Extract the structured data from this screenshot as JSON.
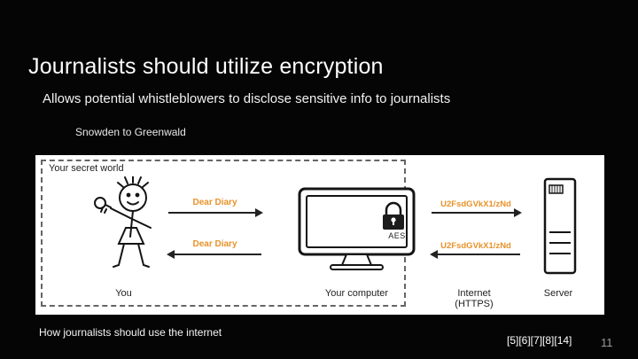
{
  "slide": {
    "title": "Journalists should utilize encryption",
    "subtitle": "Allows potential whistleblowers to disclose sensitive info to journalists",
    "note": "Snowden to Greenwald",
    "caption": "How journalists should use the internet",
    "citations": "[5][6][7][8][14]",
    "page_number": "11"
  },
  "diagram": {
    "secret_world_label": "Your secret world",
    "you_label": "You",
    "computer_label": "Your computer",
    "internet_label": "Internet",
    "internet_protocol": "(HTTPS)",
    "server_label": "Server",
    "plaintext_message": "Dear Diary",
    "ciphertext_message": "U2FsdGVkX1/zNd",
    "cipher_label": "AES",
    "accent_color": "#E8922A"
  }
}
